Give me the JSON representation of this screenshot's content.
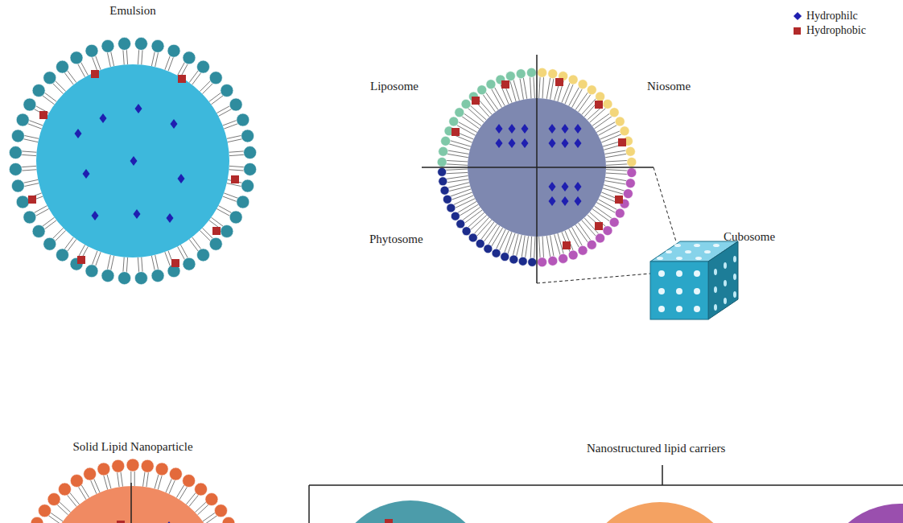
{
  "diagram": {
    "nodes": [
      {
        "text": [
          "Emulsion"
        ]
      },
      {
        "text": [
          "Solid Lipid Nanoparticle"
        ]
      }
    ],
    "labels": [
      "Liposome",
      "Niosome",
      "Phytosome",
      "Cubosome",
      "Nanostructured lipid carriers"
    ],
    "legend": [
      {
        "text": "Hydrophilc",
        "color": "#1f1fb0"
      },
      {
        "text": "Hydrophobic",
        "color": "#b22a2a"
      }
    ]
  }
}
